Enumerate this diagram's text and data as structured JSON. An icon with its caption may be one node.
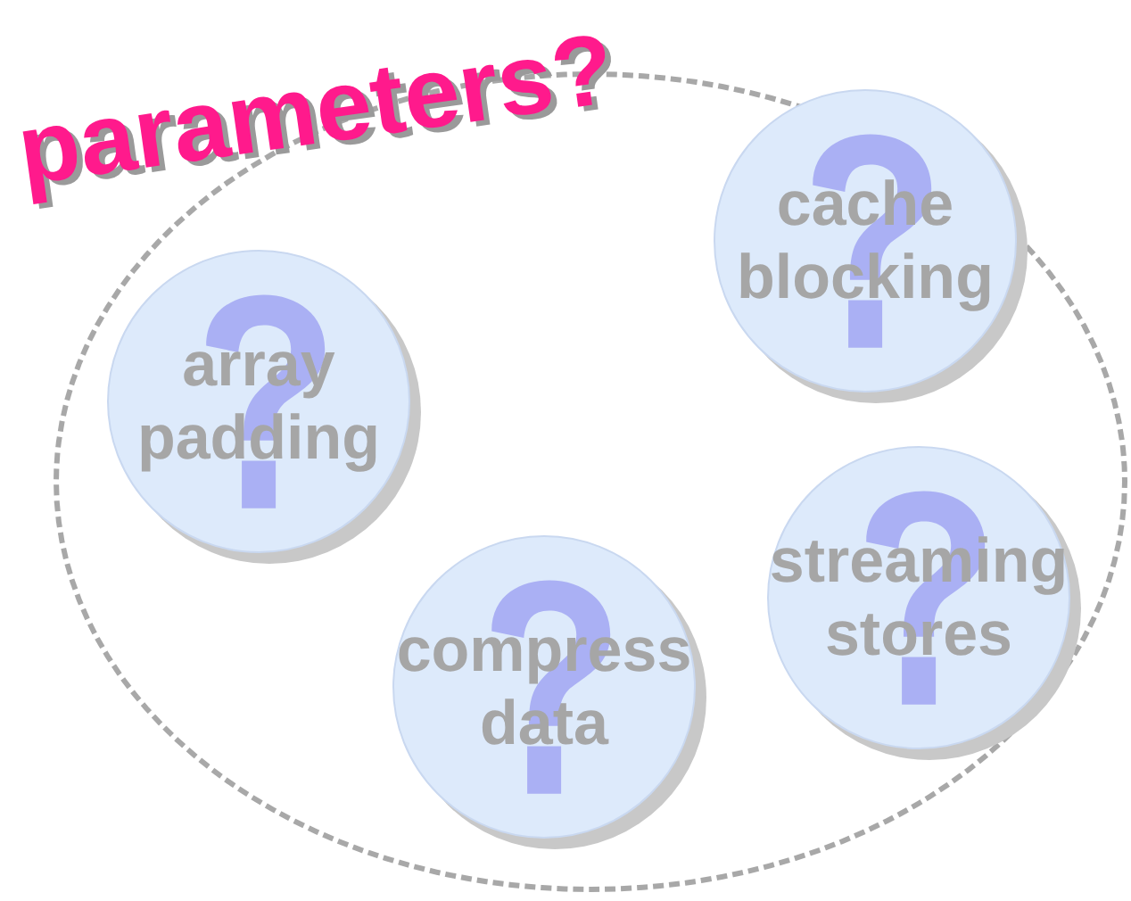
{
  "diagram": {
    "title": "parameters?",
    "nodes": [
      {
        "text": [],
        "shape": "ellipse"
      },
      {
        "text": [
          "cache blocking"
        ],
        "in": 0
      },
      {
        "text": [
          "array padding"
        ],
        "in": 0
      },
      {
        "text": [
          "streaming stores"
        ],
        "in": 0
      },
      {
        "text": [
          "compress data"
        ],
        "in": 0
      }
    ]
  }
}
